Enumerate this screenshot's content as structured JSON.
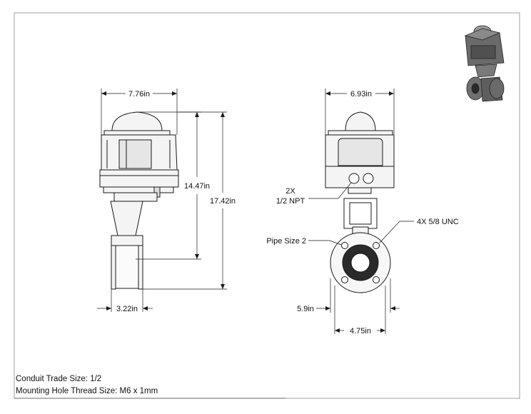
{
  "dimensions": {
    "left_width": "7.76in",
    "left_height_inner": "14.47in",
    "left_height_total": "17.42in",
    "left_bottom_width": "3.22in",
    "right_width": "6.93in",
    "right_flange_outer": "5.9in",
    "right_bolt_circle": "4.75in"
  },
  "callouts": {
    "conduit_qty": "2X",
    "conduit_spec": "1/2 NPT",
    "bolt_spec": "4X 5/8 UNC",
    "pipe_size": "Pipe Size 2"
  },
  "notes": {
    "conduit": "Conduit Trade Size: 1/2",
    "mounting": "Mounting Hole Thread Size: M6 x 1mm"
  },
  "colors": {
    "line": "#1a1a1a",
    "body_fill": "#f4f4f4",
    "seat_fill": "#2a2a2a"
  }
}
